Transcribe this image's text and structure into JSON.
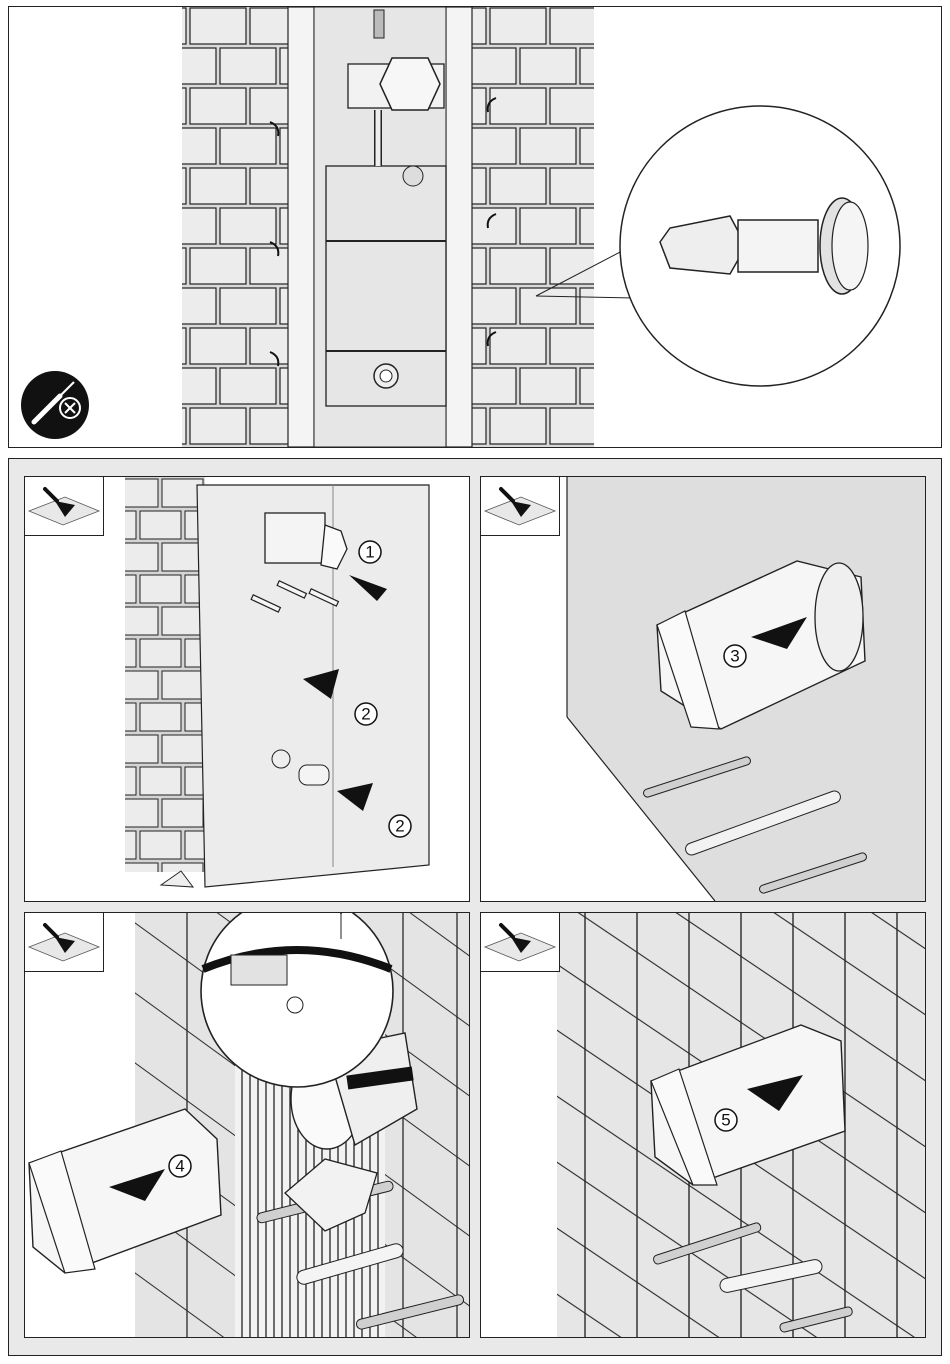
{
  "steps": {
    "step1": "1",
    "step2a": "2",
    "step2b": "2",
    "step3": "3",
    "step4": "4",
    "step5": "5"
  },
  "icons": {
    "top_panel": "screwdriver-no-icon",
    "panels": "trowel-plaster-icon"
  },
  "colors": {
    "line": "#1a1a1a",
    "panel_bg": "#e9e9e9",
    "wall_gray": "#dcdcdc",
    "white": "#ffffff"
  }
}
